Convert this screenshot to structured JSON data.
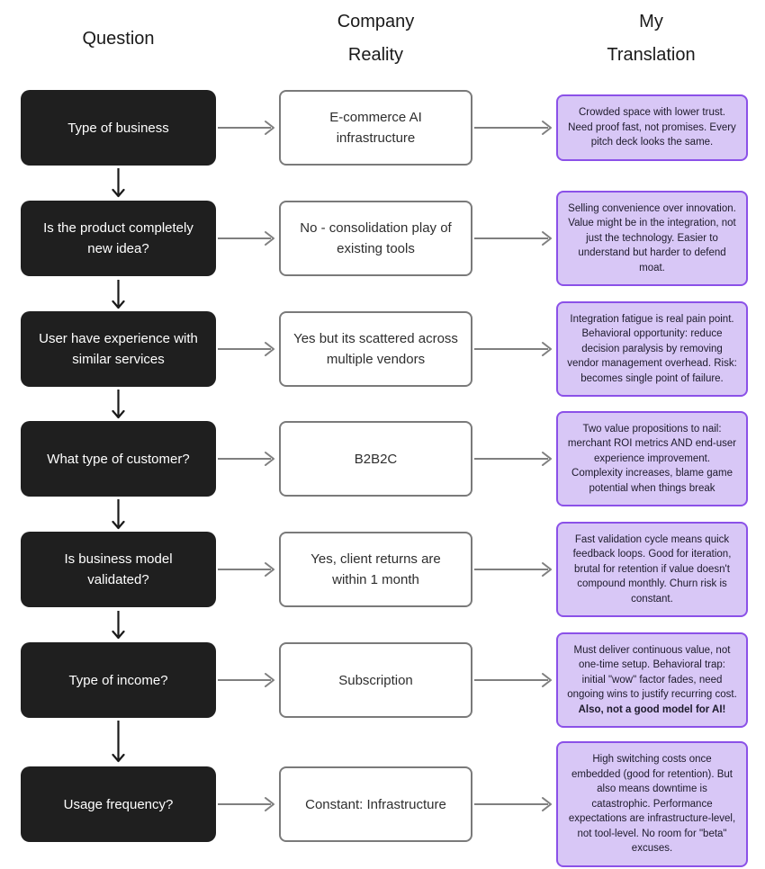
{
  "headers": {
    "question": "Question",
    "company_reality": [
      "Company",
      "Reality"
    ],
    "my_translation": [
      "My",
      "Translation"
    ]
  },
  "rows": [
    {
      "question": "Type of business",
      "reality": "E-commerce AI infrastructure",
      "translation": "Crowded space with lower trust. Need proof fast, not promises. Every pitch deck looks the same."
    },
    {
      "question": "Is the product completely new idea?",
      "reality": "No - consolidation play of existing tools",
      "translation": "Selling convenience over innovation. Value might be in the integration, not just the technology. Easier to understand but harder to defend moat."
    },
    {
      "question": "User have experience with similar services",
      "reality": "Yes but its scattered across multiple vendors",
      "translation": "Integration fatigue is real pain point. Behavioral opportunity: reduce decision paralysis by removing vendor management overhead. Risk: becomes single point of failure."
    },
    {
      "question": "What type of customer?",
      "reality": "B2B2C",
      "translation": "Two value propositions to nail: merchant ROI metrics AND end-user experience improvement. Complexity increases, blame game potential when things break"
    },
    {
      "question": "Is business model validated?",
      "reality": "Yes, client returns are within 1 month",
      "translation": "Fast validation cycle means quick feedback loops. Good for iteration, brutal for retention if value doesn't compound monthly. Churn risk is constant."
    },
    {
      "question": "Type of income?",
      "reality": "Subscription",
      "translation": "Must deliver continuous value, not one-time setup. Behavioral trap: initial \"wow\" factor fades, need ongoing wins to justify recurring cost.",
      "translation_bold": "Also, not a good model for AI!"
    },
    {
      "question": "Usage frequency?",
      "reality": "Constant: Infrastructure",
      "translation": "High switching costs once embedded (good for retention). But also means downtime is catastrophic. Performance expectations are infrastructure-level, not tool-level. No room for \"beta\" excuses."
    }
  ],
  "colors": {
    "question_box_bg": "#1f1f1f",
    "question_box_text": "#ffffff",
    "reality_box_border": "#7a7a7a",
    "translation_box_bg": "#d8c7f6",
    "translation_box_border": "#8b51e8",
    "horizontal_arrow": "#7f7f7f",
    "vertical_arrow": "#1a1a1a",
    "header_text": "#1a1a1a"
  }
}
